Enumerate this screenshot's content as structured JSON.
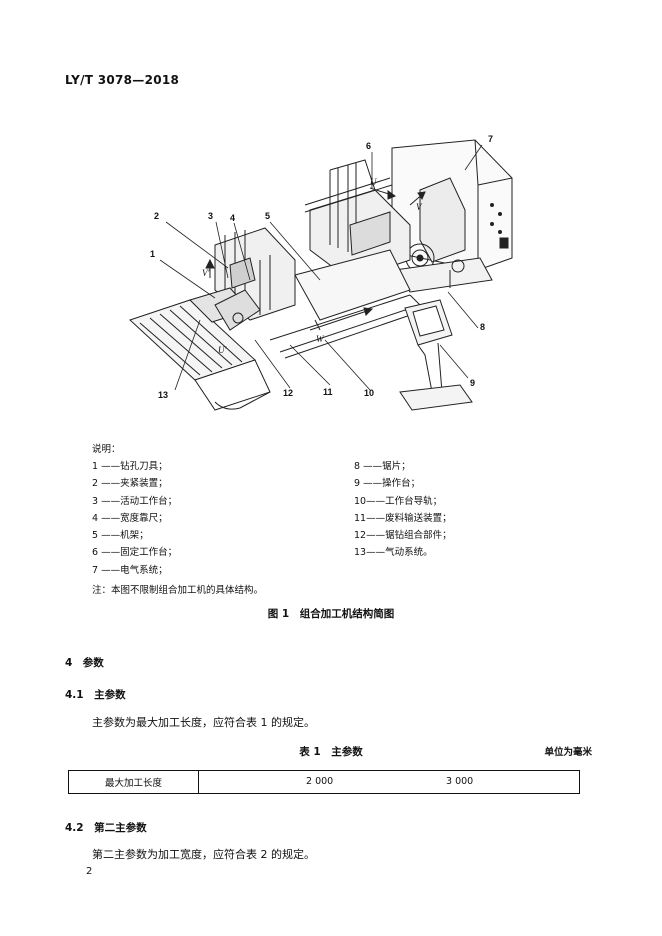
{
  "header": {
    "standard_code": "LY/T 3078—2018"
  },
  "figure": {
    "callouts": [
      "1",
      "2",
      "3",
      "4",
      "5",
      "6",
      "7",
      "8",
      "9",
      "10",
      "11",
      "12",
      "13"
    ],
    "motion_labels": [
      "U",
      "V",
      "V'",
      "U'",
      "W"
    ],
    "legend_title": "说明：",
    "legend_left": [
      "1 ——钻孔刀具；",
      "2 ——夹紧装置；",
      "3 ——活动工作台；",
      "4 ——宽度靠尺；",
      "5 ——机架；",
      "6 ——固定工作台；",
      "7 ——电气系统；"
    ],
    "legend_right": [
      "8 ——锯片；",
      "9 ——操作台；",
      "10——工作台导轨；",
      "11——废料输送装置；",
      "12——锯钻组合部件；",
      "13——气动系统。"
    ],
    "note": "注：本图不限制组合加工机的具体结构。",
    "caption": "图 1　组合加工机结构简图"
  },
  "section4": {
    "heading": "4　参数"
  },
  "section41": {
    "heading": "4.1　主参数",
    "text": "主参数为最大加工长度，应符合表 1 的规定。"
  },
  "table1": {
    "caption": "表 1　主参数",
    "unit": "单位为毫米",
    "row_header": "最大加工长度",
    "values": [
      "2 000",
      "3 000"
    ]
  },
  "section42": {
    "heading": "4.2　第二主参数",
    "text": "第二主参数为加工宽度，应符合表 2 的规定。"
  },
  "footer": {
    "page_number": "2"
  }
}
